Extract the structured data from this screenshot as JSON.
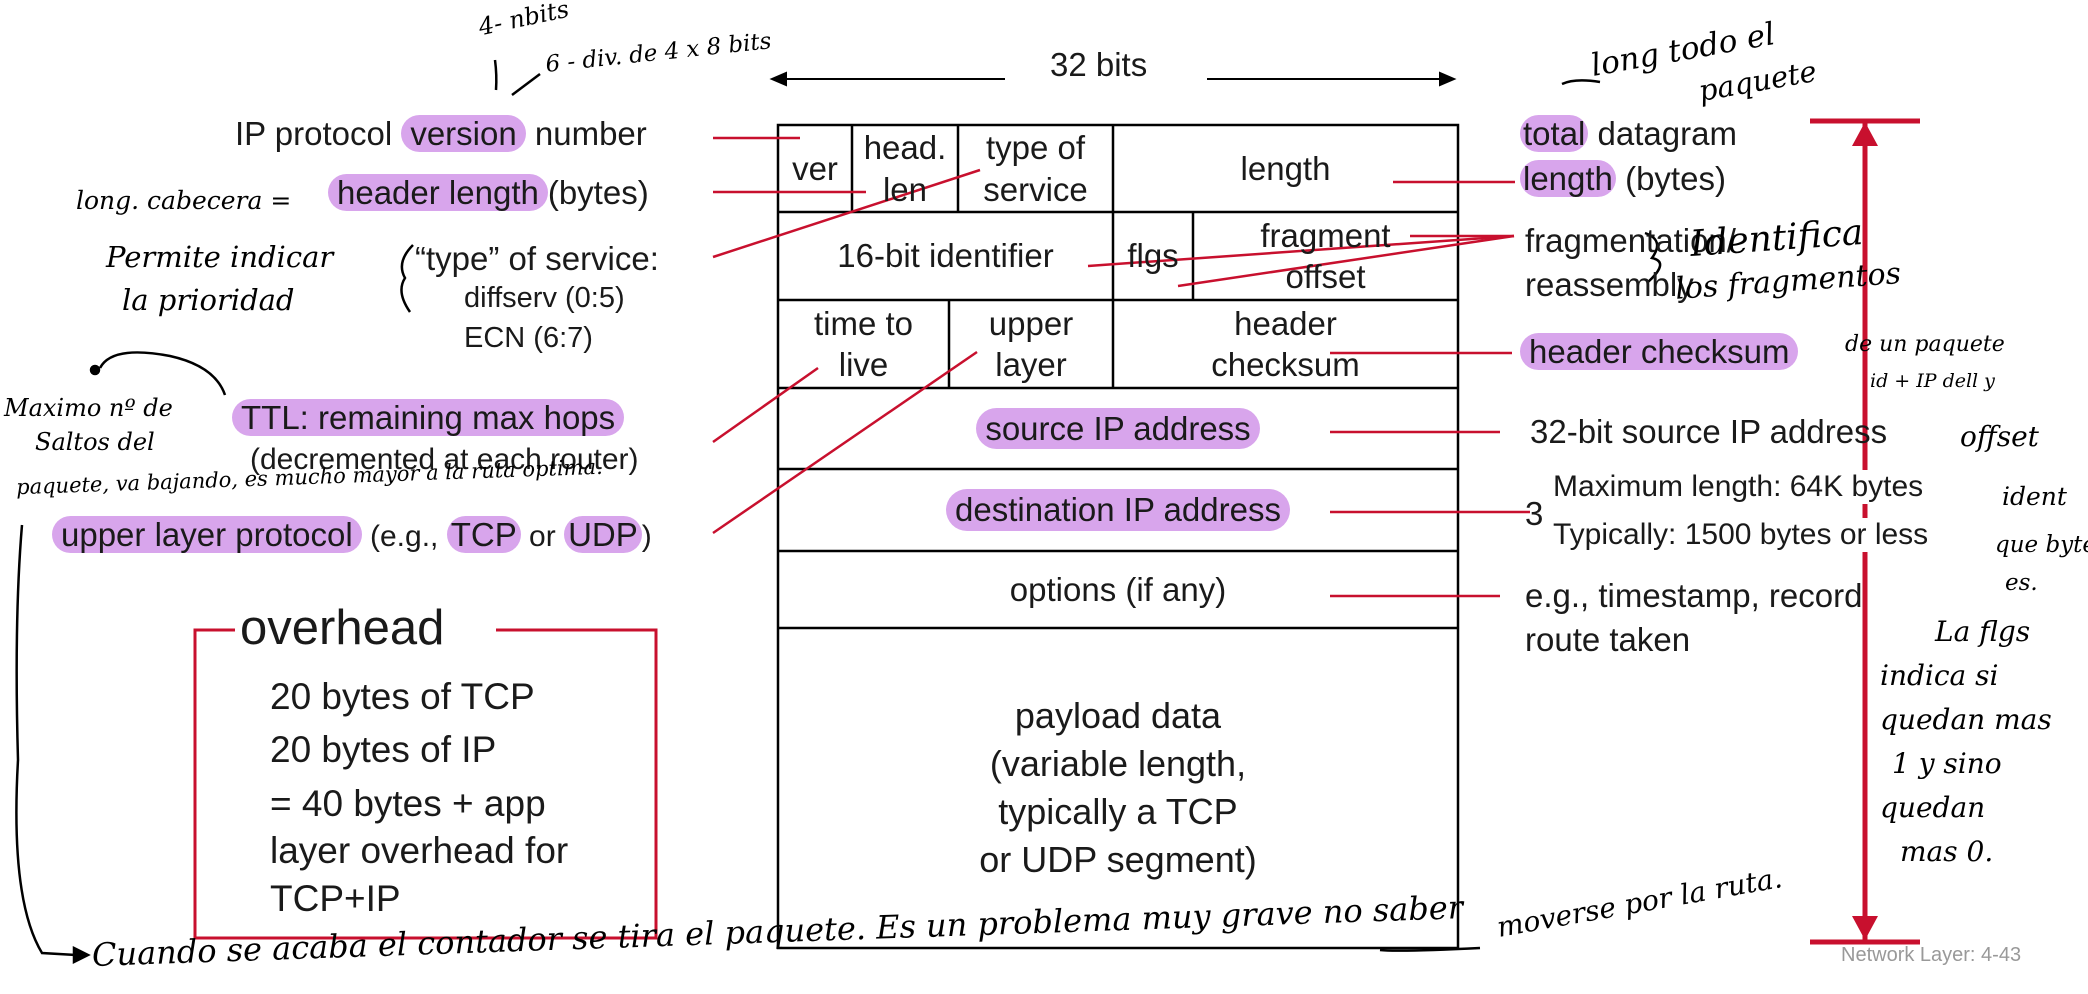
{
  "header": {
    "bits_label": "32 bits"
  },
  "fields": {
    "ver": "ver",
    "head_len_1": "head.",
    "head_len_2": "len",
    "tos_1": "type of",
    "tos_2": "service",
    "length": "length",
    "identifier": "16-bit identifier",
    "flags": "flgs",
    "frag_1": "fragment",
    "frag_2": "offset",
    "ttl_1": "time to",
    "ttl_2": "live",
    "upper_1": "upper",
    "upper_2": "layer",
    "checksum_1": "header",
    "checksum_2": "checksum",
    "source_ip": "source IP address",
    "dest_ip": "destination IP address",
    "options": "options (if any)",
    "payload": [
      "payload data",
      "(variable length,",
      "typically a TCP",
      "or UDP segment)"
    ]
  },
  "left_labels": {
    "version_pre": "IP protocol ",
    "version_hl": "version",
    "version_post": " number",
    "hlen_hl": "header length",
    "hlen_post": "(bytes)",
    "tos_title": "“type” of service:",
    "tos_line1": "diffserv (0:5)",
    "tos_line2": "ECN (6:7)",
    "ttl_hl": "TTL: remaining  max hops",
    "ttl_sub": "(decremented at each router)",
    "upper_hl": "upper layer protocol",
    "upper_mid": " (e.g., ",
    "upper_tcp": "TCP",
    "upper_or": " or ",
    "upper_udp": "UDP",
    "upper_end": ")"
  },
  "right_labels": {
    "total_hl": "total",
    "total_post": " datagram",
    "length_hl": "length",
    "length_post": " (bytes)",
    "frag_1": "fragmentation/",
    "frag_2": "reassembly",
    "checksum_hl": "header checksum",
    "src": "32-bit source IP address",
    "dest_hidden": "3",
    "tooltip_1": "Maximum length: 64K bytes",
    "tooltip_2": "Typically: 1500 bytes or less",
    "options_1": "e.g., timestamp, record",
    "options_2": "route taken"
  },
  "overhead": {
    "title": "overhead",
    "lines": [
      "20 bytes of TCP",
      "20 bytes of IP",
      "= 40 bytes + app",
      "layer overhead for",
      "TCP+IP"
    ]
  },
  "footer": {
    "slide_number": "Network Layer: 4-43"
  },
  "annotations": {
    "top_1": "4- nbits",
    "top_2": "6 - div. de 4 x 8 bits",
    "hlen_note": "long. cabecera =",
    "tos_note_1": "Permite indicar",
    "tos_note_2": "la prioridad",
    "ttl_note_1": "Maximo nº de",
    "ttl_note_2": "Saltos del",
    "ttl_note_3": "paquete, va bajando, es mucho mayor a la ruta optima.",
    "total_note_1": "long todo el",
    "total_note_2": "paquete",
    "frag_note_1": "Identifica",
    "frag_note_2": "los fragmentos",
    "frag_note_3": "de un paquete",
    "frag_note_4": "id + IP dell y",
    "frag_note_5": "offset",
    "side_1": "ident",
    "side_2": "que byte",
    "side_3": "es.",
    "flags_note": [
      "La flgs",
      "indica si",
      "quedan mas",
      "1 y sino",
      "quedan",
      "mas 0."
    ],
    "bottom_1": "Cuando se acaba el contador se tira el paquete. Es un problema muy grave no saber",
    "bottom_2": "moverse por la ruta."
  },
  "colors": {
    "highlight": "#d8a5ec",
    "annotation_red": "#c8102e",
    "text": "#1a1a1a"
  }
}
